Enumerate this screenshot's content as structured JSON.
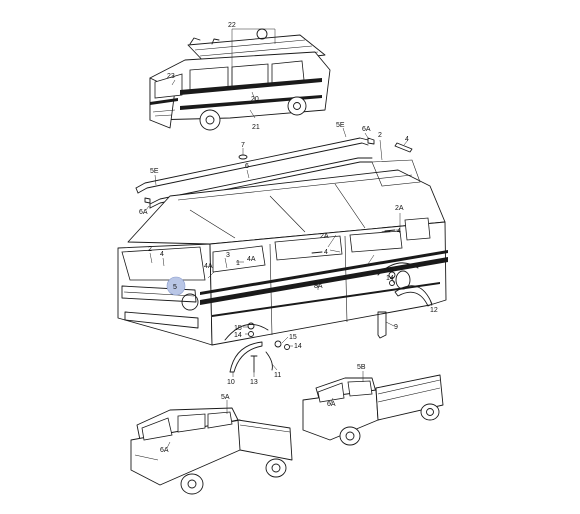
{
  "callouts": {
    "c22": "22",
    "c23": "23",
    "c20": "20",
    "c21": "21",
    "c7": "7",
    "c6": "6",
    "c5E_top": "5E",
    "c5E_left": "5E",
    "c6A_top": "6A",
    "c6A_left": "6A",
    "c2_top": "2",
    "c4_top": "4",
    "c2A_rear": "2A",
    "c4_rear": "4",
    "c2A_mid": "2A",
    "c4_mid": "4",
    "c2_front": "2",
    "c4_front": "4",
    "c3": "3",
    "c1": "1",
    "c4A_a": "4A",
    "c4A_b": "4A",
    "c5_selected": "5",
    "c8A": "8A",
    "c15_a": "15",
    "c14_a": "14",
    "c15_b": "15",
    "c14_b": "14",
    "c15_c": "15",
    "c14_c": "14",
    "c9": "9",
    "c12": "12",
    "c10": "10",
    "c13": "13",
    "c11": "11",
    "c5A": "5A",
    "c6A_dc": "6A",
    "c5B": "5B",
    "c6A_pk": "6A"
  },
  "highlight_color": "#b9c6e6"
}
